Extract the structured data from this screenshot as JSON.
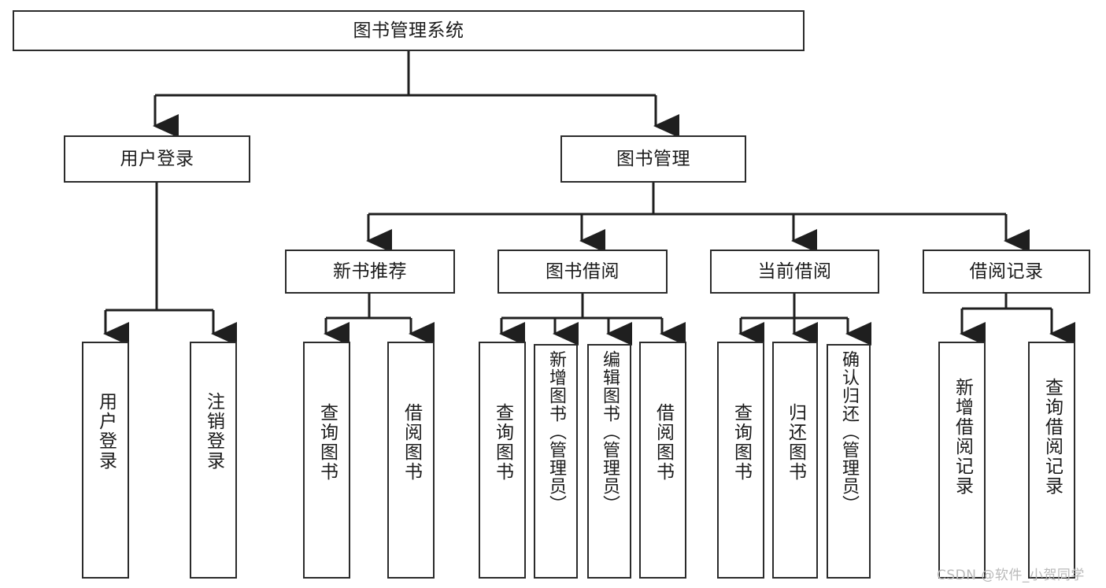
{
  "diagram": {
    "type": "tree-hierarchy",
    "title": "图书管理系统",
    "orientation": "top-down",
    "colors": {
      "box_stroke": "#2b2b2b",
      "box_fill": "#ffffff",
      "connector": "#1f1f1f",
      "text": "#1b1b1b",
      "watermark": "#b9b9b9"
    },
    "root": {
      "id": "root",
      "label": "图书管理系统"
    },
    "level2": [
      {
        "id": "user-login",
        "label": "用户登录"
      },
      {
        "id": "book-manage",
        "label": "图书管理"
      }
    ],
    "level3": [
      {
        "id": "new-book-rec",
        "label": "新书推荐"
      },
      {
        "id": "book-borrow",
        "label": "图书借阅"
      },
      {
        "id": "current-borrow",
        "label": "当前借阅"
      },
      {
        "id": "borrow-record",
        "label": "借阅记录"
      }
    ],
    "leaves": {
      "user_login": [
        {
          "id": "leaf-user-login",
          "label": "用户登录"
        },
        {
          "id": "leaf-logout-login",
          "label": "注销登录"
        }
      ],
      "new_book_rec": [
        {
          "id": "leaf-query-book-1",
          "label": "查询图书"
        },
        {
          "id": "leaf-borrow-book-1",
          "label": "借阅图书"
        }
      ],
      "book_borrow": [
        {
          "id": "leaf-query-book-2",
          "label": "查询图书"
        },
        {
          "id": "leaf-add-book",
          "label": "新增图书（管理员）"
        },
        {
          "id": "leaf-edit-book",
          "label": "编辑图书（管理员）"
        },
        {
          "id": "leaf-borrow-book-2",
          "label": "借阅图书"
        }
      ],
      "current_borrow": [
        {
          "id": "leaf-query-book-3",
          "label": "查询图书"
        },
        {
          "id": "leaf-return-book",
          "label": "归还图书"
        },
        {
          "id": "leaf-confirm-return",
          "label": "确认归还（管理员）"
        }
      ],
      "borrow_record": [
        {
          "id": "leaf-add-record",
          "label": "新增借阅记录"
        },
        {
          "id": "leaf-query-record",
          "label": "查询借阅记录"
        }
      ]
    }
  },
  "watermark": {
    "text": "CSDN @软件_小贺同学"
  }
}
